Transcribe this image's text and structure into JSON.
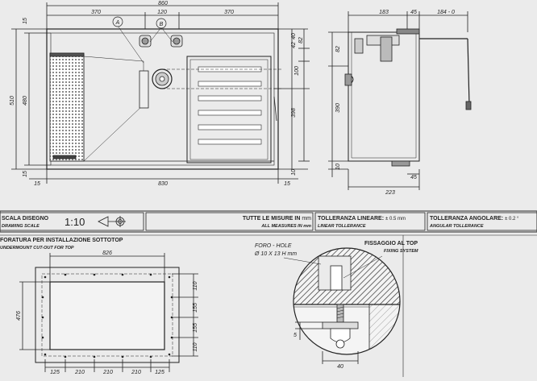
{
  "top_view": {
    "overall_width": "860",
    "seg_left": "370",
    "seg_mid": "120",
    "seg_right": "370",
    "depth_outer": "510",
    "depth_inner": "480",
    "top_margin": "15",
    "bottom_margin": "15",
    "bottom_left": "15",
    "bottom_width": "830",
    "bottom_right": "15",
    "callout_a": "A",
    "callout_b": "B",
    "right_dims": [
      "82",
      "42",
      "40",
      "100",
      "398",
      "10"
    ]
  },
  "side_view": {
    "top_dims": [
      "183",
      "45",
      "184 - 0"
    ],
    "left_dims": [
      "82",
      "390",
      "10"
    ],
    "right_dim": "45",
    "bottom_dim": "223"
  },
  "scale_box": {
    "title": "SCALA DISEGNO",
    "subtitle": "DRAWING SCALE",
    "value": "1:10"
  },
  "measures_box": {
    "title_prefix": "TUTTE LE MISURE IN",
    "title_unit": "mm",
    "subtitle": "ALL MEASURES IN mm"
  },
  "linear_box": {
    "title": "TOLLERANZA LINEARE:",
    "value": "± 0.5 mm",
    "subtitle": "LINEAR TOLLERANCE"
  },
  "angular_box": {
    "title": "TOLLERANZA ANGOLARE:",
    "value": "± 0.2 °",
    "subtitle": "ANGULAR TOLLERANCE"
  },
  "cutout": {
    "title": "FORATURA PER INSTALLAZIONE SOTTOTOP",
    "subtitle": "UNDERMOUNT CUT-OUT FOR TOP",
    "width": "826",
    "height": "476",
    "right_dims": [
      "110",
      "155",
      "155",
      "110"
    ],
    "bottom_dims": [
      "125",
      "210",
      "210",
      "210",
      "125"
    ]
  },
  "hole_note": {
    "line1": "FORO - HOLE",
    "line2": "Ø 10 X 13 H mm"
  },
  "fixing": {
    "title": "FISSAGGIO AL TOP",
    "subtitle": "FIXING SYSTEM",
    "dim_5": "5",
    "dim_40": "40"
  }
}
